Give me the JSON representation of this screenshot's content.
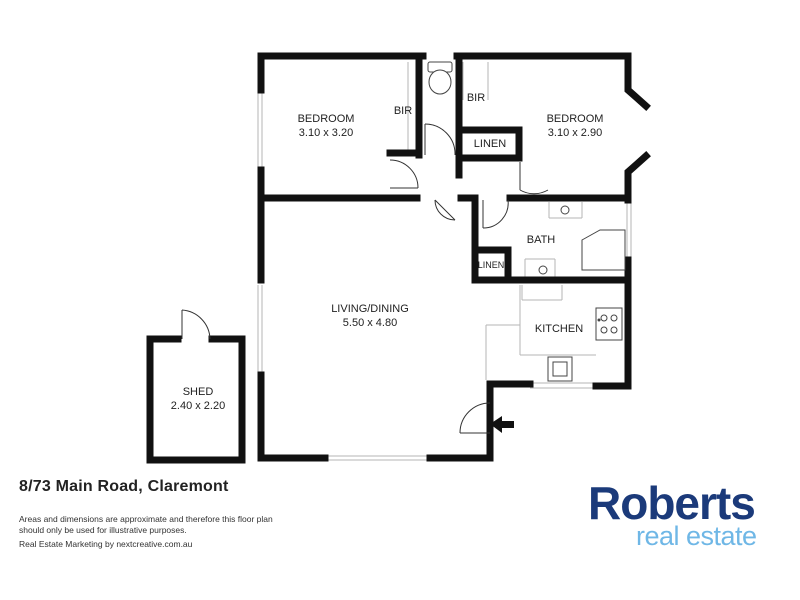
{
  "plan": {
    "rooms": [
      {
        "id": "bedroom1",
        "name": "BEDROOM",
        "dims": "3.10 x 3.20"
      },
      {
        "id": "bedroom2",
        "name": "BEDROOM",
        "dims": "3.10 x 2.90"
      },
      {
        "id": "living",
        "name": "LIVING/DINING",
        "dims": "5.50 x 4.80"
      },
      {
        "id": "shed",
        "name": "SHED",
        "dims": "2.40 x 2.20"
      }
    ],
    "labels": {
      "bir1": "BIR",
      "bir2": "BIR",
      "linen1": "LINEN",
      "linen2": "LINEN",
      "bath": "BATH",
      "kitchen": "KITCHEN"
    }
  },
  "footer": {
    "address": "8/73 Main Road, Claremont",
    "disclaimer": "Areas and dimensions are approximate and therefore this floor plan should only be used for illustrative purposes.",
    "marketing": "Real Estate Marketing by nextcreative.com.au"
  },
  "brand": {
    "name": "Roberts",
    "sub": "real estate",
    "primary_color": "#1b3a7a",
    "accent_color": "#6fb7e6"
  }
}
